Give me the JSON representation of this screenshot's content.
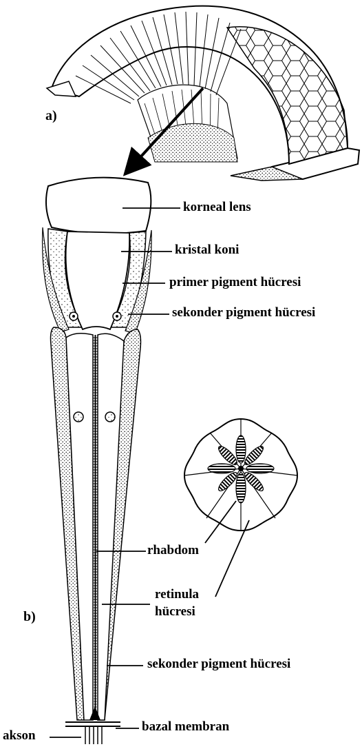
{
  "panels": {
    "a": "a)",
    "b": "b)"
  },
  "labels": {
    "korneal_lens": "korneal lens",
    "kristal_koni": "kristal koni",
    "primer_pigment": "primer pigment hücresi",
    "sekonder_pigment_top": "sekonder pigment hücresi",
    "rhabdom": "rhabdom",
    "retinula_1": "retinula",
    "retinula_2": "hücresi",
    "sekonder_pigment_bottom": "sekonder pigment hücresi",
    "bazal_membran": "bazal membran",
    "akson": "akson"
  }
}
